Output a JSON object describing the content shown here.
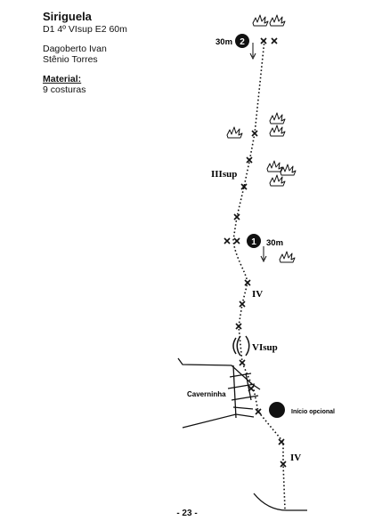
{
  "route": {
    "name": "Siriguela",
    "grade": "D1 4º VIsup E2 60m",
    "authors": [
      "Dagoberto Ivan",
      "Stênio Torres"
    ],
    "material_label": "Material:",
    "material_value": "9 costuras"
  },
  "topo": {
    "belay_1": {
      "number": "1",
      "rappel": "30m"
    },
    "belay_2": {
      "number": "2",
      "rappel": "30m"
    },
    "grade_labels": [
      "IIIsup",
      "IV",
      "VIsup",
      "IV"
    ],
    "cave_label": "Caverninha",
    "optional_start_label": "Início opcional"
  },
  "page_number": "- 23 -"
}
